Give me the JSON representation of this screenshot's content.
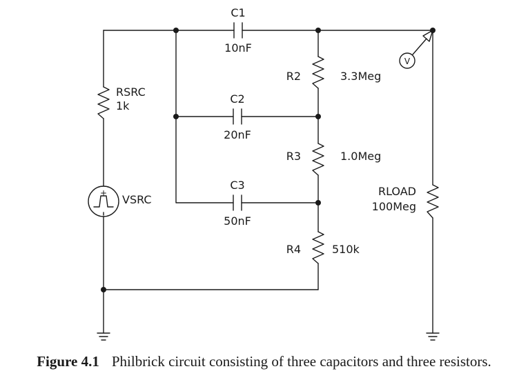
{
  "components": {
    "c1": {
      "name": "C1",
      "value": "10nF"
    },
    "c2": {
      "name": "C2",
      "value": "20nF"
    },
    "c3": {
      "name": "C3",
      "value": "50nF"
    },
    "r2": {
      "name": "R2",
      "value": "3.3Meg"
    },
    "r3": {
      "name": "R3",
      "value": "1.0Meg"
    },
    "r4": {
      "name": "R4",
      "value": "510k"
    },
    "rsrc": {
      "name": "RSRC",
      "value": "1k"
    },
    "rload": {
      "name": "RLOAD",
      "value": "100Meg"
    },
    "vsrc": {
      "name": "VSRC",
      "plus_sign": "+"
    },
    "probe": {
      "symbol": "V"
    }
  },
  "caption": {
    "figure_label": "Figure 4.1",
    "text": "Philbrick circuit consisting of three capacitors and three resistors."
  }
}
